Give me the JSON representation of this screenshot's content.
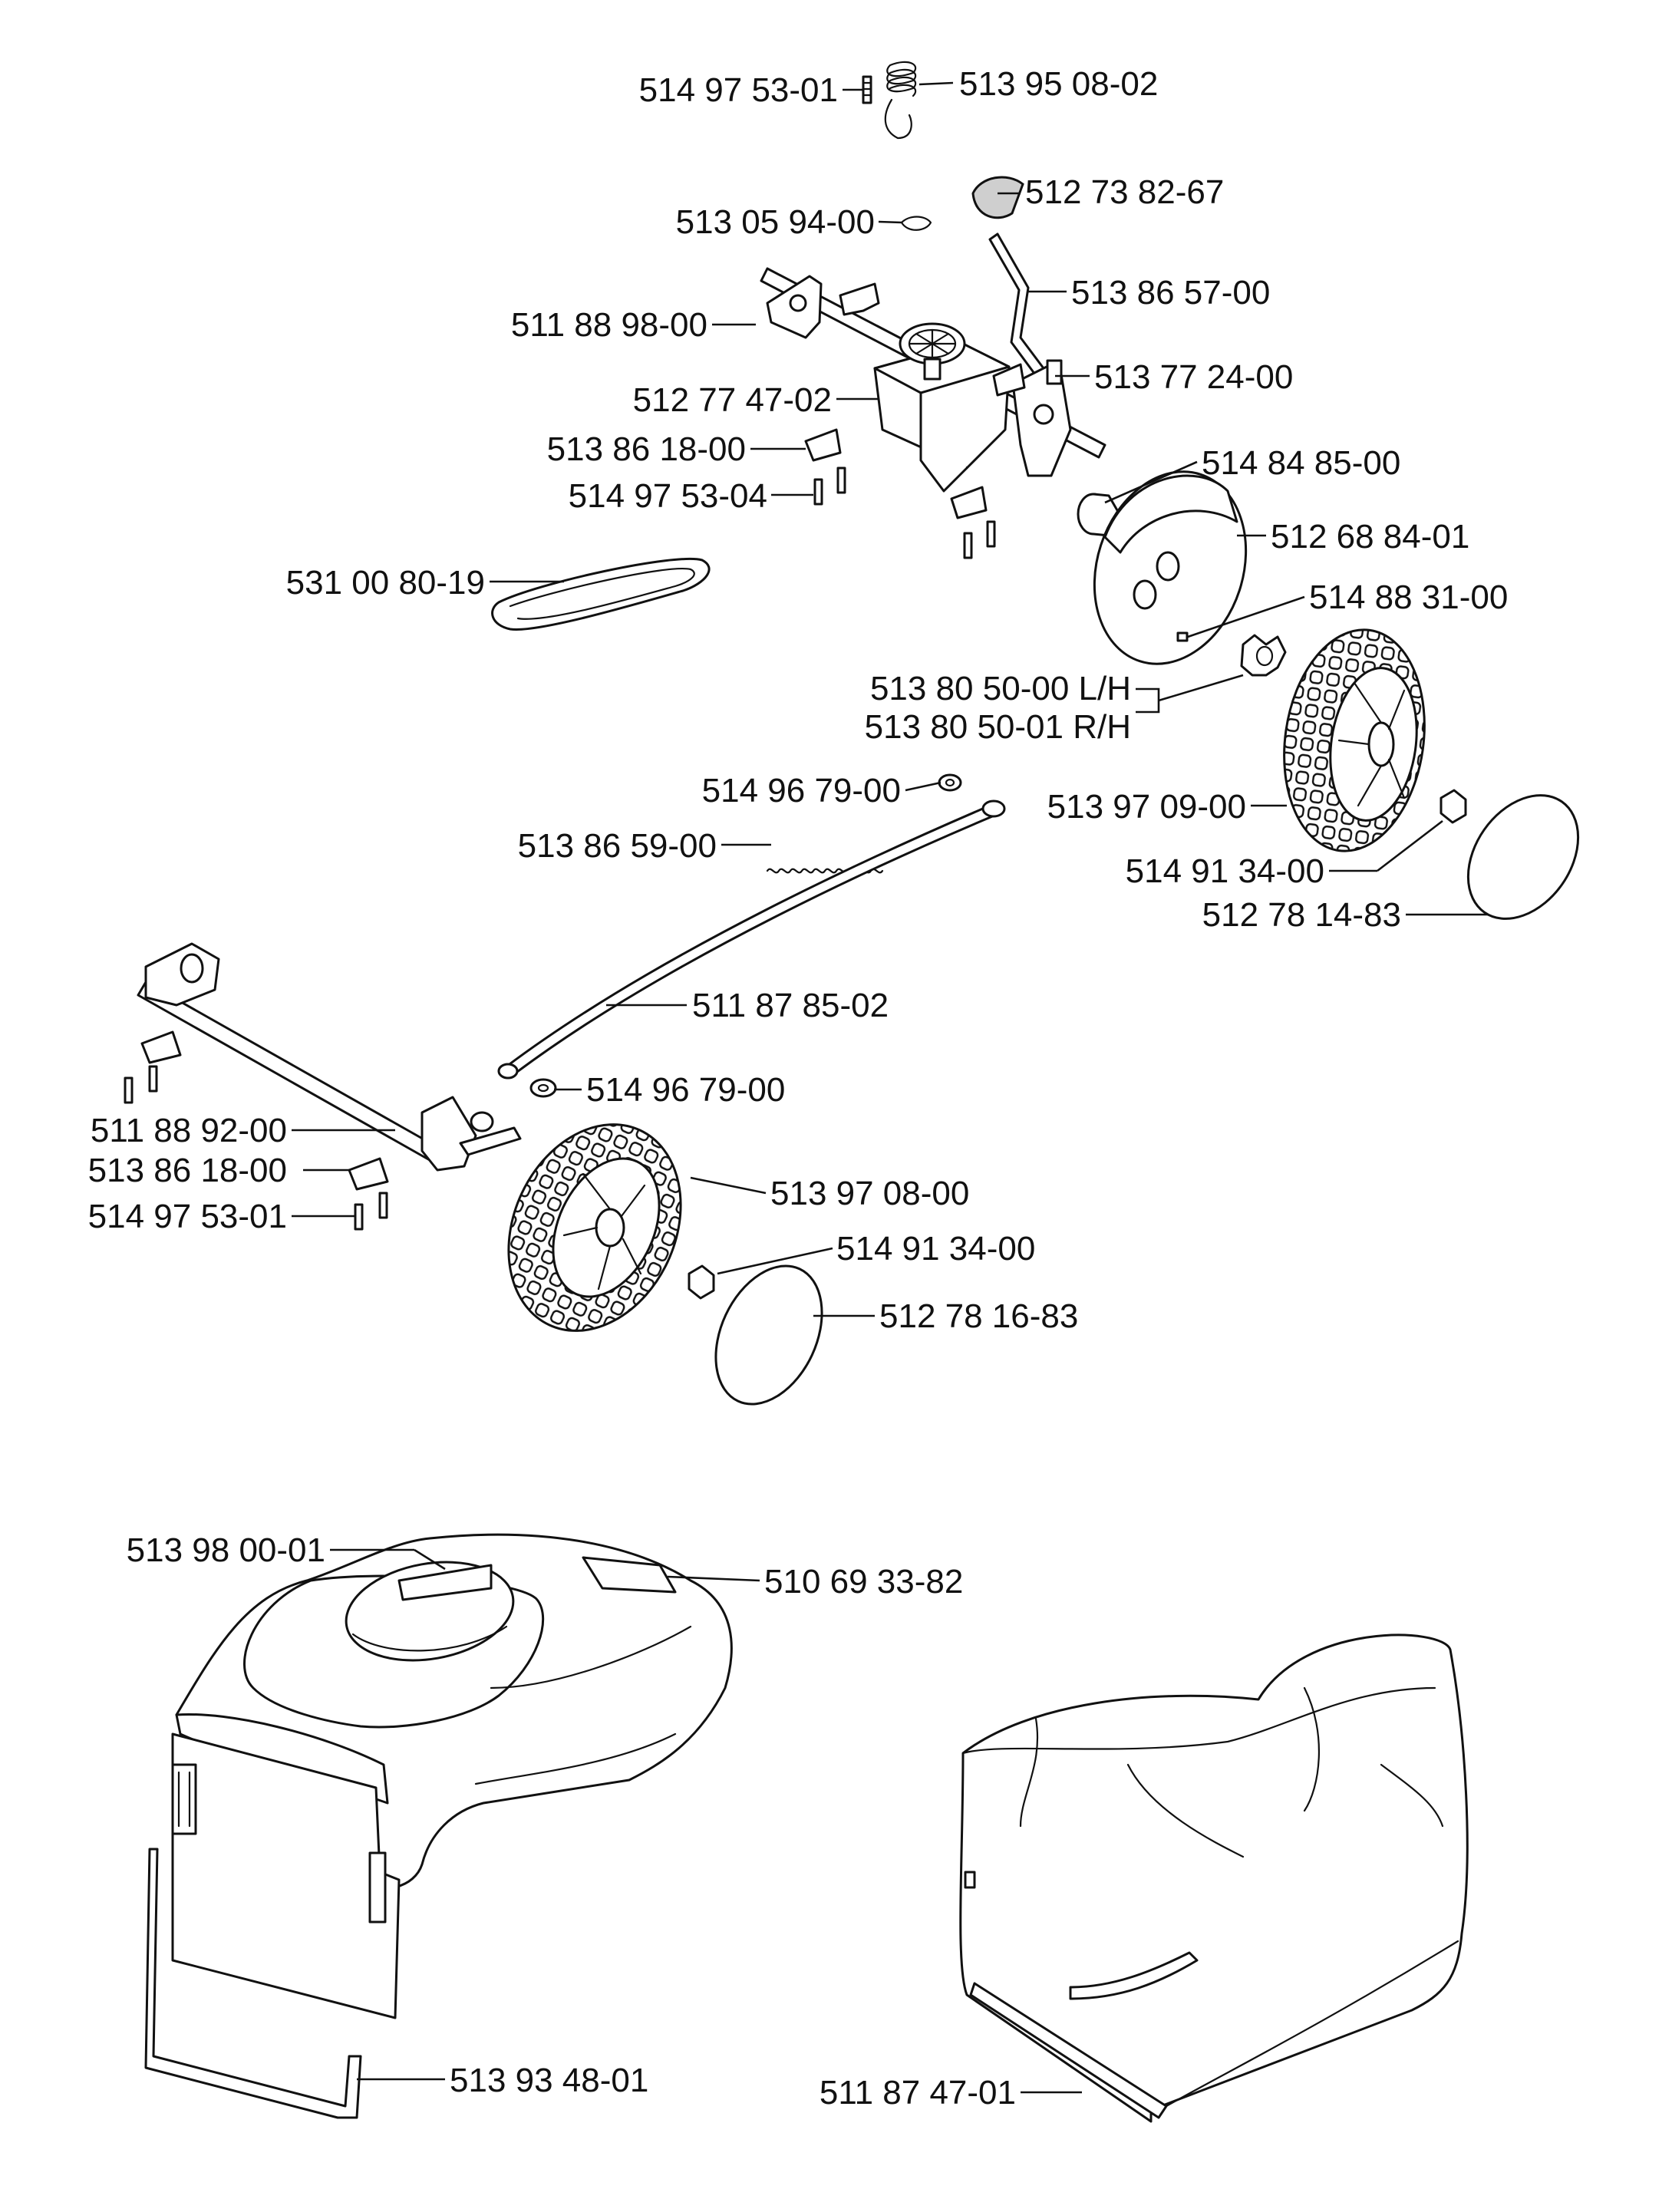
{
  "labels": {
    "l01": "514 97 53-01",
    "l02": "513 95 08-02",
    "l03": "512 73 82-67",
    "l04": "513 05 94-00",
    "l05": "513 86 57-00",
    "l06": "511 88 98-00",
    "l07": "513 77 24-00",
    "l08": "512 77 47-02",
    "l09": "513 86 18-00",
    "l10": "514 84 85-00",
    "l11": "514 97 53-04",
    "l12": "512 68 84-01",
    "l13": "531 00 80-19",
    "l14": "514 88 31-00",
    "l15": "513 80 50-00 L/H",
    "l16": "513 80 50-01 R/H",
    "l17": "514 96 79-00",
    "l18": "513 97 09-00",
    "l19": "513 86 59-00",
    "l20": "514 91 34-00",
    "l21": "512 78 14-83",
    "l22": "511 87 85-02",
    "l23": "514 96 79-00",
    "l24": "511 88 92-00",
    "l25": "513 86 18-00",
    "l26": "513 97  08-00",
    "l27": "514 97 53-01",
    "l28": "514 91 34-00",
    "l29": "512 78 16-83",
    "l30": "513 98 00-01",
    "l31": "510 69 33-82",
    "l32": "511 87 47-01",
    "l33": "513 93 48-01"
  }
}
